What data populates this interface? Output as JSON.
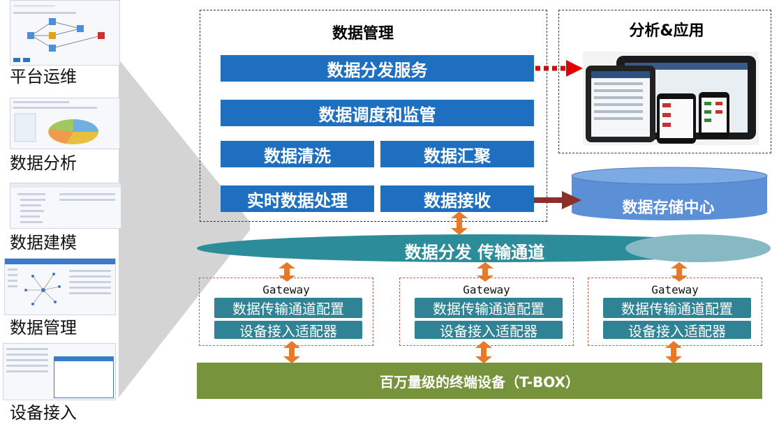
{
  "left_panels": [
    {
      "label": "平台运维"
    },
    {
      "label": "数据分析"
    },
    {
      "label": "数据建模"
    },
    {
      "label": "数据管理"
    },
    {
      "label": "设备接入"
    }
  ],
  "data_management": {
    "title": "数据管理",
    "distribution_service": "数据分发服务",
    "scheduling_monitoring": "数据调度和监管",
    "cleaning": "数据清洗",
    "aggregation": "数据汇聚",
    "realtime_processing": "实时数据处理",
    "receiving": "数据接收"
  },
  "analysis_app": {
    "title": "分析&应用"
  },
  "storage_center": {
    "label": "数据存储中心"
  },
  "transport_channel": {
    "label": "数据分发 传输通道"
  },
  "gateways": [
    {
      "title": "Gateway",
      "config": "数据传输通道配置",
      "adapter": "设备接入适配器"
    },
    {
      "title": "Gateway",
      "config": "数据传输通道配置",
      "adapter": "设备接入适配器"
    },
    {
      "title": "Gateway",
      "config": "数据传输通道配置",
      "adapter": "设备接入适配器"
    }
  ],
  "terminals": {
    "label": "百万量级的终端设备（T-BOX）"
  },
  "colors": {
    "blue_bar": "#1f6fc0",
    "teal": "#2f8395",
    "teal_light": "#87b9c4",
    "green": "#77933c",
    "storage": "#5b8fd6",
    "orange_arrow": "#e8782a",
    "red_arrow": "#e00000",
    "brown_arrow": "#8b2f2b"
  }
}
